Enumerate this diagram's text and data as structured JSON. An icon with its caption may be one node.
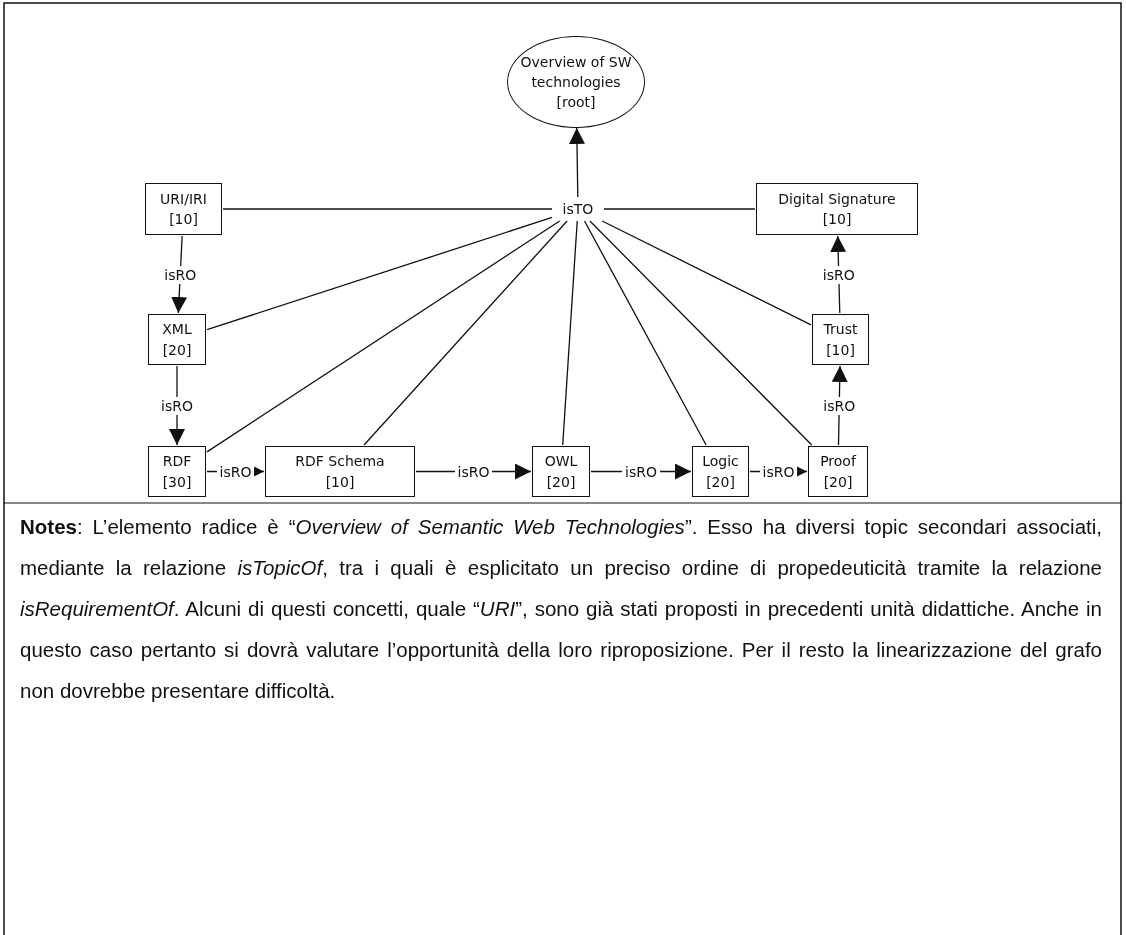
{
  "diagram": {
    "nodes": [
      {
        "text": [
          "Overview of SW technologies",
          "[root]"
        ]
      },
      {
        "text": [
          "isTO"
        ]
      },
      {
        "text": [
          "URI/IRI",
          "[10]"
        ]
      },
      {
        "text": [
          "Digital Signature",
          "[10]"
        ]
      },
      {
        "text": [
          "XML",
          "[20]"
        ]
      },
      {
        "text": [
          "Trust",
          "[10]"
        ]
      },
      {
        "text": [
          "RDF",
          "[30]"
        ]
      },
      {
        "text": [
          "RDF Schema",
          "[10]"
        ]
      },
      {
        "text": [
          "OWL",
          "[20]"
        ]
      },
      {
        "text": [
          "Logic",
          "[20]"
        ]
      },
      {
        "text": [
          "Proof",
          "[20]"
        ]
      }
    ],
    "edges": [
      {
        "from": 1,
        "to": 0,
        "arrow": "to"
      },
      {
        "from": 2,
        "to": 1,
        "arrow": "none"
      },
      {
        "from": 3,
        "to": 1,
        "arrow": "none"
      },
      {
        "from": 4,
        "to": 1,
        "arrow": "none"
      },
      {
        "from": 5,
        "to": 1,
        "arrow": "none"
      },
      {
        "from": 6,
        "to": 1,
        "arrow": "none"
      },
      {
        "from": 7,
        "to": 1,
        "arrow": "none"
      },
      {
        "from": 8,
        "to": 1,
        "arrow": "none"
      },
      {
        "from": 9,
        "to": 1,
        "arrow": "none"
      },
      {
        "from": 10,
        "to": 1,
        "arrow": "none"
      },
      {
        "from": 2,
        "to": 4,
        "arrow": "to",
        "label": "isRO"
      },
      {
        "from": 4,
        "to": 6,
        "arrow": "to",
        "label": "isRO"
      },
      {
        "from": 6,
        "to": 7,
        "arrow": "to",
        "label": "isRO"
      },
      {
        "from": 7,
        "to": 8,
        "arrow": "to",
        "label": "isRO"
      },
      {
        "from": 8,
        "to": 9,
        "arrow": "to",
        "label": "isRO"
      },
      {
        "from": 9,
        "to": 10,
        "arrow": "to",
        "label": "isRO"
      },
      {
        "from": 10,
        "to": 5,
        "arrow": "to",
        "label": "isRO"
      },
      {
        "from": 5,
        "to": 3,
        "arrow": "to",
        "label": "isRO"
      }
    ],
    "labels": [
      "**Notes**: L’elemento radice è “*Overview of Semantic Web Technologies*”. Esso ha diversi topic secondari associati, mediante la relazione *isTopicOf*, tra i quali è esplicitato un preciso ordine di propedeuticità tramite la relazione *isRequirementOf*. Alcuni di questi concetti, quale “*URI*”, sono già stati proposti in precedenti unità didattiche. Anche in questo caso pertanto si dovrà valutare l’opportunità della loro riproposizione. Per il resto la linearizzazione del grafo non dovrebbe presentare difficoltà."
    ]
  }
}
